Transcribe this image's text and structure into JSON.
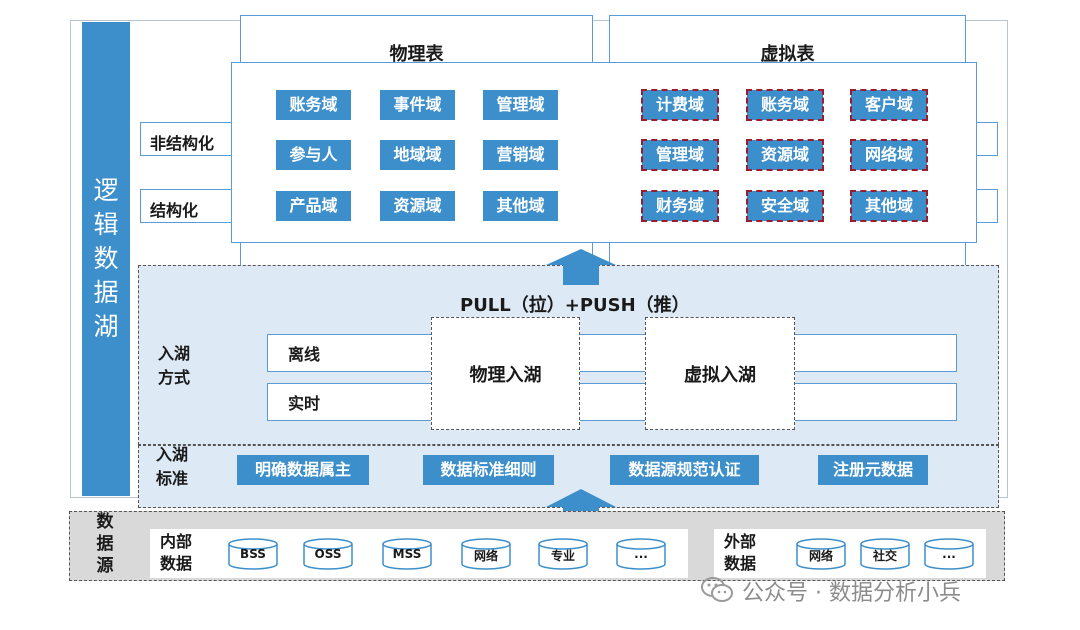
{
  "logical_lake": {
    "label_chars": [
      "逻",
      "辑",
      "数",
      "据",
      "湖"
    ]
  },
  "physical_table": {
    "title": "物理表",
    "tags": [
      "账务域",
      "事件域",
      "管理域",
      "参与人",
      "地域域",
      "营销域",
      "产品域",
      "资源域",
      "其他域"
    ]
  },
  "virtual_table": {
    "title": "虚拟表",
    "tags": [
      "计费域",
      "账务域",
      "客户域",
      "管理域",
      "资源域",
      "网络域",
      "财务域",
      "安全域",
      "其他域"
    ]
  },
  "data_types": {
    "unstructured": "非结构化",
    "structured": "结构化"
  },
  "ingest": {
    "header": "PULL（拉）+PUSH（推）",
    "method_label": "入湖\n方式",
    "offline": "离线",
    "realtime": "实时",
    "physical": "物理入湖",
    "virtual": "虚拟入湖"
  },
  "standard": {
    "label": "入湖\n标准",
    "items": [
      "明确数据属主",
      "数据标准细则",
      "数据源规范认证",
      "注册元数据"
    ]
  },
  "sources": {
    "label_chars": [
      "数",
      "据",
      "源"
    ],
    "internal_label": "内部\n数据",
    "internal_items": [
      "BSS",
      "OSS",
      "MSS",
      "网络",
      "专业",
      "..."
    ],
    "external_label": "外部\n数据",
    "external_items": [
      "网络",
      "社交",
      "..."
    ]
  },
  "watermark": "公众号 · 数据分析小兵",
  "colors": {
    "accent": "#3d8fcb",
    "panel_bg": "#dde9f5",
    "source_bg": "#d9d9d9",
    "dash_red": "#9b1c2e"
  }
}
